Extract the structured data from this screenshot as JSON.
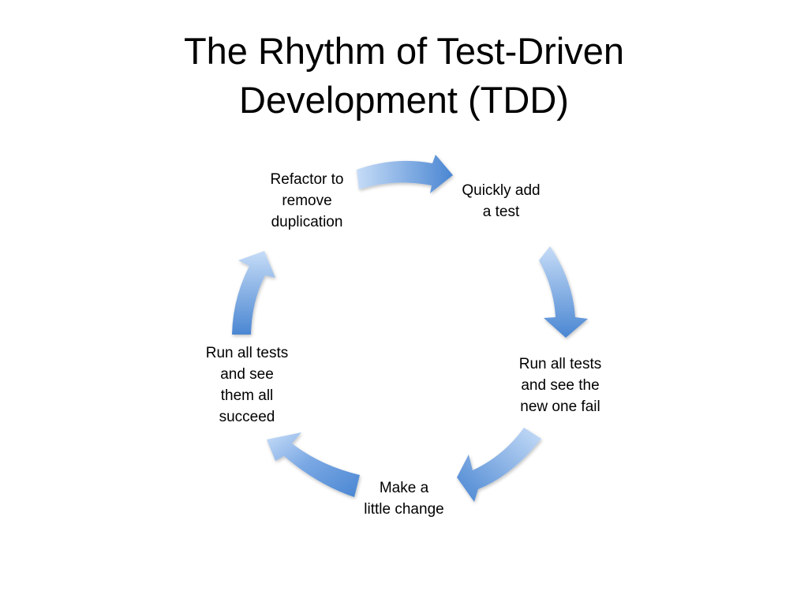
{
  "title": {
    "line1": "The Rhythm of Test-Driven",
    "line2": "Development (TDD)"
  },
  "cycle": {
    "steps": [
      {
        "id": "add-test",
        "lines": [
          "Quickly add",
          "a test"
        ]
      },
      {
        "id": "see-fail",
        "lines": [
          "Run all tests",
          "and see the",
          "new one fail"
        ]
      },
      {
        "id": "make-change",
        "lines": [
          "Make a",
          "little change"
        ]
      },
      {
        "id": "see-succeed",
        "lines": [
          "Run all tests",
          "and see",
          "them all",
          "succeed"
        ]
      },
      {
        "id": "refactor",
        "lines": [
          "Refactor to",
          "remove",
          "duplication"
        ]
      }
    ],
    "arrow_color_light": "#c6dcf7",
    "arrow_color_dark": "#4a86d2",
    "arrow_icon": "curved-arrow-icon"
  }
}
